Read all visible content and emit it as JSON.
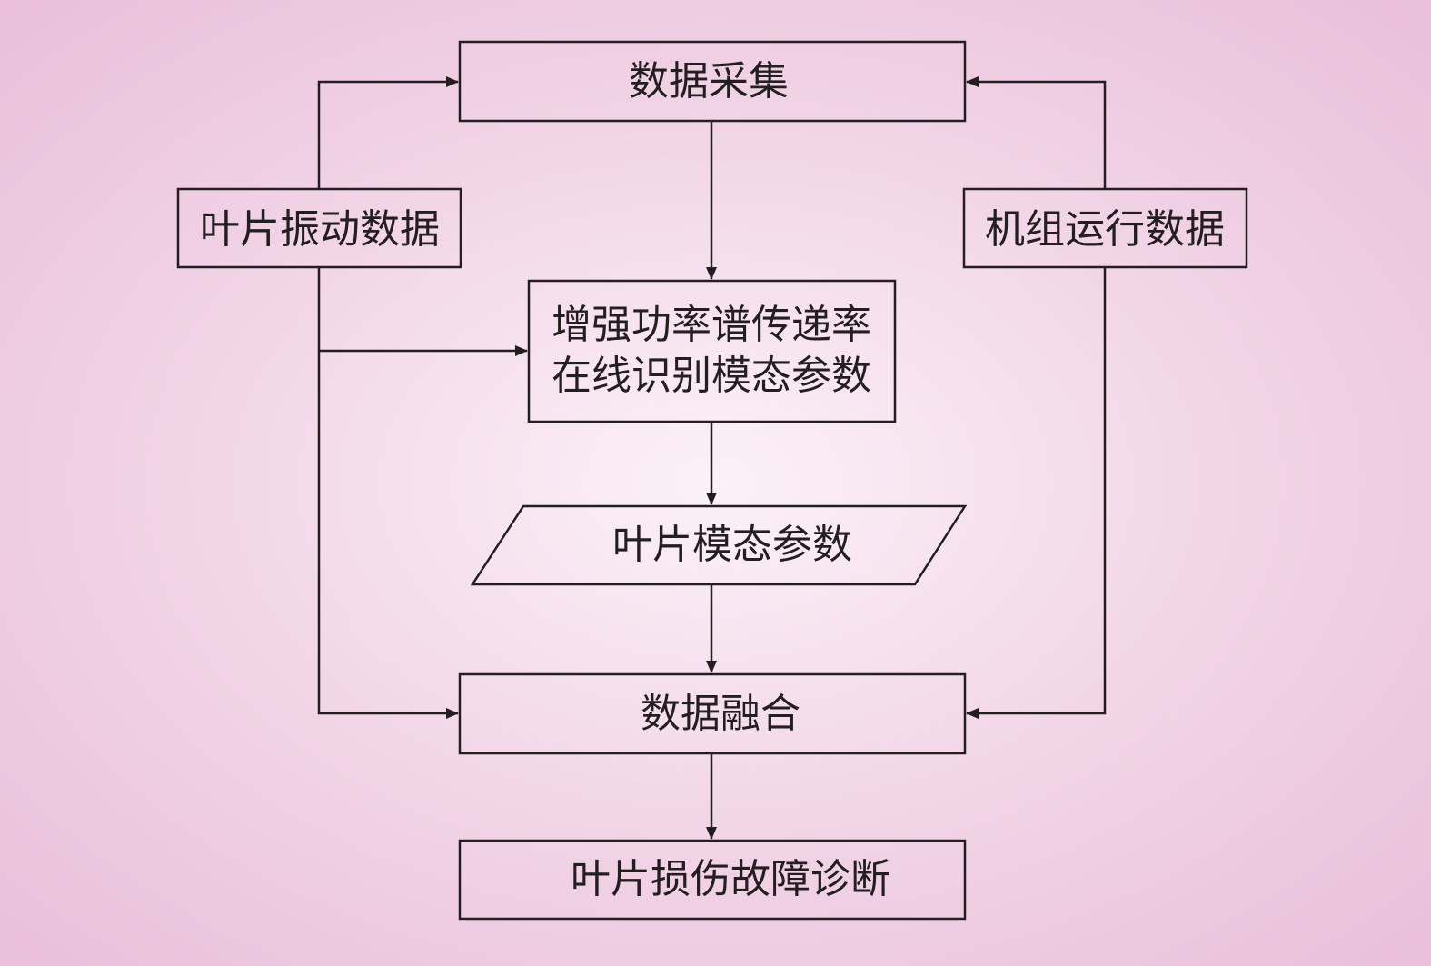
{
  "diagram": {
    "nodes": {
      "data_collection": {
        "label": "数据采集"
      },
      "blade_vibration": {
        "label": "叶片振动数据"
      },
      "unit_operation": {
        "label": "机组运行数据"
      },
      "identification": {
        "lines": [
          "增强功率谱传递率",
          "在线识别模态参数"
        ]
      },
      "modal_params": {
        "label": "叶片模态参数"
      },
      "data_fusion": {
        "label": "数据融合"
      },
      "diagnosis": {
        "label": "叶片损伤故障诊断"
      }
    },
    "colors": {
      "stroke": "#231f20",
      "fill": "none",
      "text": "#231f20",
      "background_center": "#fbf1f7",
      "background_edge": "#e9bfd9"
    }
  }
}
